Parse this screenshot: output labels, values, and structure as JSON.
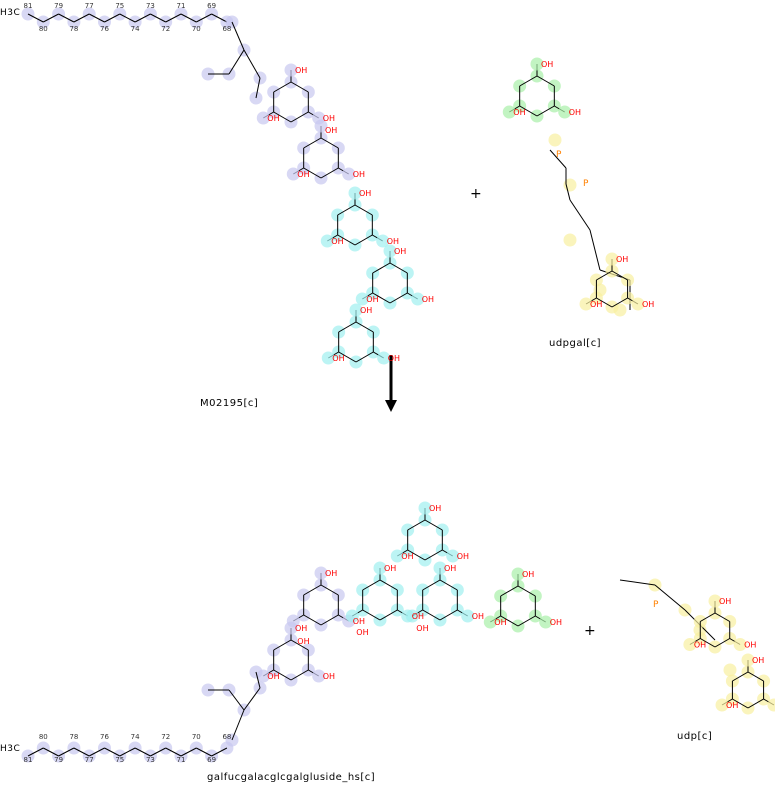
{
  "reaction": {
    "substrates": [
      {
        "id": "M02195[c]",
        "label": "M02195[c]"
      },
      {
        "id": "udpgal[c]",
        "label": "udpgal[c]"
      }
    ],
    "products": [
      {
        "id": "galfucgalacglcgalgluside_hs[c]",
        "label": "galfucgalacglcgalgluside_hs[c]"
      },
      {
        "id": "udp[c]",
        "label": "udp[c]"
      }
    ],
    "plus_symbol": "+",
    "arrow_icon": "down-arrow-icon"
  },
  "atom_labels": {
    "methyl": "H3C",
    "top_chain": [
      "81",
      "80",
      "79",
      "78",
      "77",
      "76",
      "75",
      "74",
      "73",
      "72",
      "71",
      "70",
      "69",
      "68"
    ],
    "bottom_chain": [
      "81",
      "80",
      "79",
      "78",
      "77",
      "76",
      "75",
      "74",
      "73",
      "72",
      "71",
      "70",
      "69",
      "68"
    ]
  },
  "colors": {
    "lavender": "#c8c8f0",
    "cyan": "#a0f0f0",
    "green": "#a8f0a8",
    "yellow": "#f8f0a0",
    "oxygen": "#ff0000",
    "nitrogen": "#3050f8",
    "phosphorus": "#ff8000"
  }
}
